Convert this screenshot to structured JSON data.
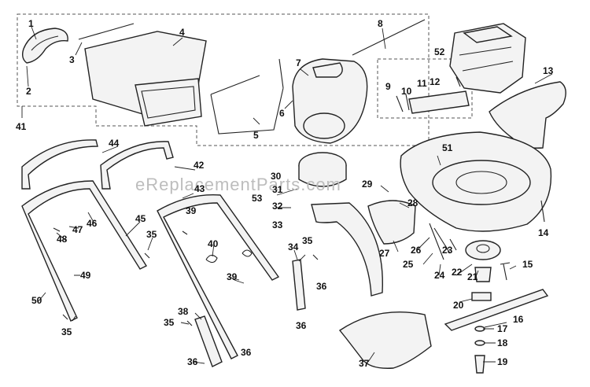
{
  "watermark": "eReplacementParts.com",
  "callouts": [
    "1",
    "2",
    "3",
    "4",
    "8",
    "52",
    "7",
    "13",
    "9",
    "10",
    "11",
    "12",
    "6",
    "5",
    "41",
    "44",
    "42",
    "43",
    "39",
    "45",
    "46",
    "47",
    "48",
    "35",
    "49",
    "50",
    "40",
    "34",
    "36",
    "38",
    "30",
    "31",
    "53",
    "32",
    "33",
    "29",
    "28",
    "27",
    "26",
    "25",
    "23",
    "24",
    "22",
    "21",
    "15",
    "14",
    "51",
    "20",
    "16",
    "17",
    "18",
    "19",
    "37"
  ]
}
